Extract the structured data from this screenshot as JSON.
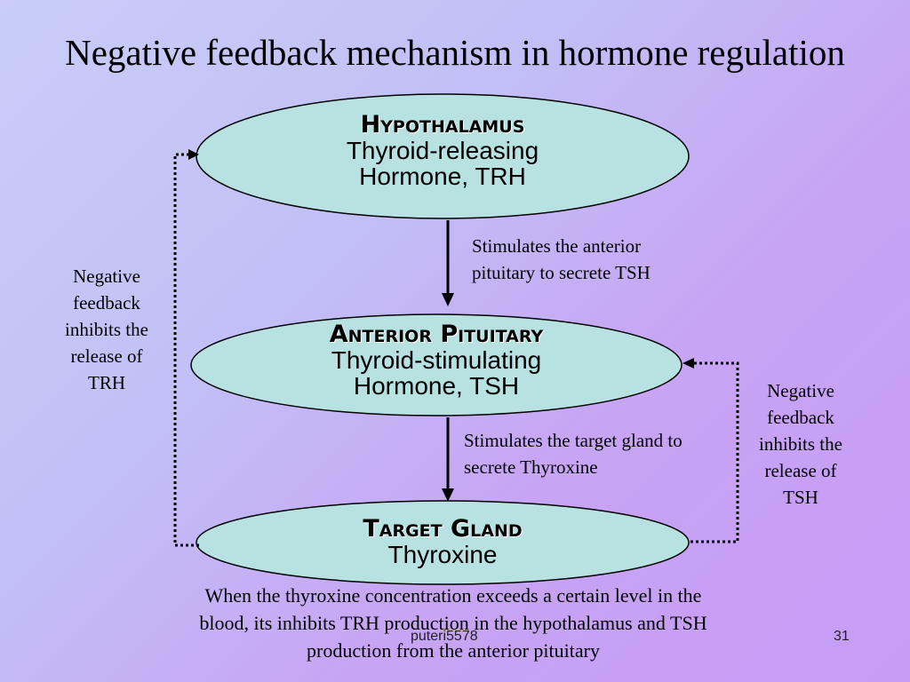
{
  "slide": {
    "title": "Negative feedback mechanism in hormone regulation",
    "nodes": {
      "hypothalamus": {
        "heading": "Hypothalamus",
        "line1": "Thyroid-releasing",
        "line2": "Hormone, TRH"
      },
      "anterior_pituitary": {
        "heading": "Anterior Pituitary",
        "line1": "Thyroid-stimulating",
        "line2": "Hormone, TSH"
      },
      "target_gland": {
        "heading": "Target Gland",
        "line1": "Thyroxine"
      }
    },
    "stimulation_labels": {
      "first": [
        "Stimulates the anterior",
        "pituitary to secrete TSH"
      ],
      "second": [
        "Stimulates the target gland to",
        "secrete Thyroxine"
      ]
    },
    "feedback_labels": {
      "left": [
        "Negative",
        "feedback",
        "inhibits the",
        "release of",
        "TRH"
      ],
      "right": [
        "Negative",
        "feedback",
        "inhibits the",
        "release of",
        "TSH"
      ]
    },
    "summary": [
      "When the thyroxine concentration exceeds a certain level in the",
      "blood, its inhibits TRH production in the hypothalamus and TSH",
      "production from the anterior pituitary"
    ],
    "footer": {
      "author": "puteri5578",
      "page": "31"
    },
    "colors": {
      "node_fill": "#b8e2e2",
      "node_stroke": "#000000",
      "arrow": "#000000"
    }
  }
}
